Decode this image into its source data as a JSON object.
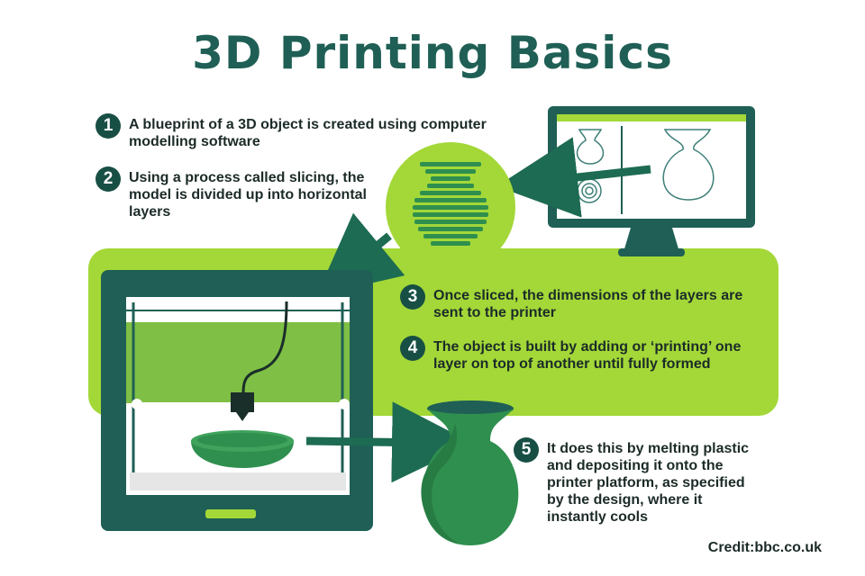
{
  "title": "3D Printing Basics",
  "steps": [
    {
      "num": "1",
      "text": "A blueprint of a 3D object is created using computer modelling software"
    },
    {
      "num": "2",
      "text": "Using a process called slicing, the model is divided up into horizontal layers"
    },
    {
      "num": "3",
      "text": "Once sliced, the dimensions of the layers are sent to the printer"
    },
    {
      "num": "4",
      "text": "The object is built by adding or ‘printing’ one layer on top of another until fully formed"
    },
    {
      "num": "5",
      "text": "It does this by melting plastic and depositing it onto the printer platform, as specified by the design, where it instantly cools"
    }
  ],
  "credit": "Credit:bbc.co.uk",
  "colors": {
    "dark_teal": "#1f5f55",
    "deep_green": "#184f45",
    "lime": "#a3d838",
    "vase_green": "#2f8f4e",
    "arrow": "#1d6b52"
  }
}
